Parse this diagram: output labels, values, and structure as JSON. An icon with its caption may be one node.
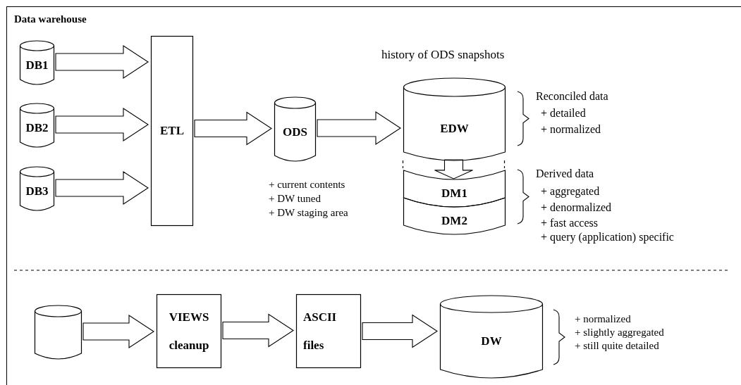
{
  "diagram": {
    "nodes": [
      {
        "text": [
          "Data warehouse"
        ]
      },
      {
        "text": [
          "DB1"
        ],
        "in": 0
      },
      {
        "text": [
          "DB2"
        ],
        "in": 0
      },
      {
        "text": [
          "DB3"
        ],
        "in": 0
      },
      {
        "text": [
          "ETL"
        ],
        "in": 0
      },
      {
        "text": [
          "ODS"
        ],
        "in": 0,
        "beside": [
          "+ current contents",
          "+ DW tuned",
          "+ DW staging area"
        ]
      },
      {
        "text": [
          "EDW"
        ],
        "in": 0,
        "beside": [
          "history of ODS snapshots"
        ]
      },
      {
        "text": [
          "DM1"
        ],
        "in": 0
      },
      {
        "text": [
          "DM2"
        ],
        "in": 0
      },
      {
        "text": [],
        "shape": "cylinder",
        "in": 0
      },
      {
        "text": [
          "VIEWS cleanup"
        ],
        "in": 0
      },
      {
        "text": [
          "ASCII files"
        ],
        "in": 0
      },
      {
        "text": [
          "DW"
        ],
        "in": 0
      }
    ],
    "edges": [
      {
        "from": 1,
        "to": 4,
        "arrow": "to"
      },
      {
        "from": 2,
        "to": 4,
        "arrow": "to"
      },
      {
        "from": 3,
        "to": 4,
        "arrow": "to"
      },
      {
        "from": 4,
        "to": 5,
        "arrow": "to"
      },
      {
        "from": 5,
        "to": 6,
        "arrow": "to"
      },
      {
        "from": 6,
        "to": 7,
        "arrow": "to"
      },
      {
        "from": 9,
        "to": 10,
        "arrow": "to"
      },
      {
        "from": 10,
        "to": 11,
        "arrow": "to"
      },
      {
        "from": 11,
        "to": 12,
        "arrow": "to"
      }
    ],
    "labels": [
      "Reconciled data",
      "+ detailed",
      "+ normalized",
      "Derived data",
      "+ aggregated",
      "+ denormalized",
      "+ fast access",
      "+ query (application) specific",
      "+ normalized",
      "+ slightly aggregated",
      "+ still quite detailed"
    ]
  }
}
